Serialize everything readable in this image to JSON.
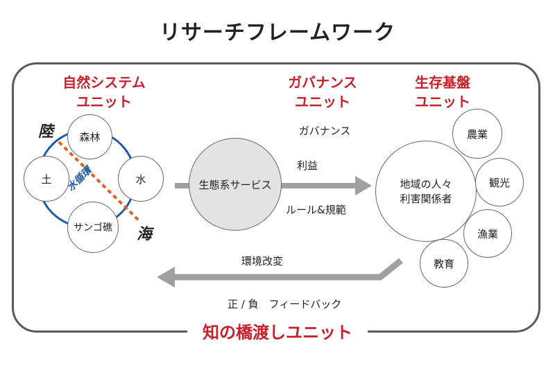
{
  "title": "リサーチフレームワーク",
  "bottom_label": "知の橋渡しユニット",
  "natural_unit": {
    "title_line1": "自然システム",
    "title_line2": "ユニット",
    "land": "陸",
    "sea": "海",
    "water_cycle": "水循環",
    "nodes": [
      "森林",
      "土",
      "水",
      "サンゴ礁"
    ]
  },
  "governance_unit": {
    "title_line1": "ガバナンス",
    "title_line2": "ユニット",
    "governance": "ガバナンス",
    "benefit": "利益",
    "rules": "ルール&規範",
    "ecosystem_services": "生態系サービス"
  },
  "livelihood_unit": {
    "title_line1": "生存基盤",
    "title_line2": "ユニット",
    "center_line1": "地域の人々",
    "center_line2": "利害関係者",
    "nodes": [
      "農業",
      "観光",
      "漁業",
      "教育"
    ]
  },
  "feedback": {
    "env_change": "環境改変",
    "feedback_label": "正 / 負　フィードバック"
  },
  "colors": {
    "accent_red": "#c8202a",
    "arrow_gray": "#a0a0a0",
    "water_cycle_blue": "#1f5aa6",
    "divider_orange": "#d9661f",
    "eco_circle_fill": "#e3e3e3"
  }
}
